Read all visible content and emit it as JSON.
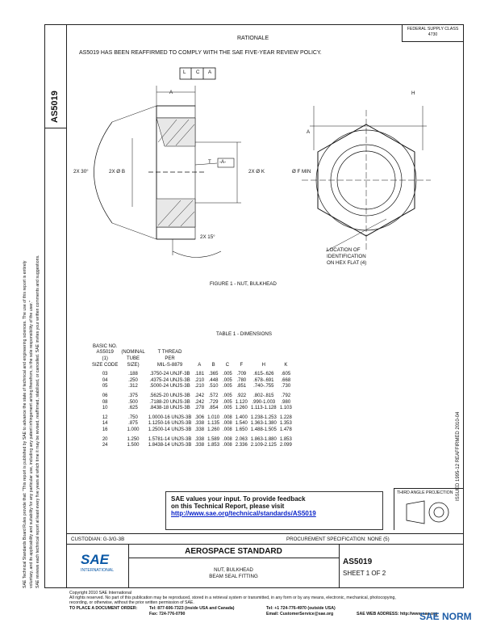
{
  "header": {
    "federal_class": "FEDERAL SUPPLY CLASS",
    "federal_code": "4730",
    "rationale_title": "RATIONALE",
    "rationale_text": "AS5019 HAS BEEN REAFFIRMED TO COMPLY WITH THE SAE FIVE-YEAR REVIEW POLICY."
  },
  "doc_number": "AS5019",
  "left_legal": {
    "line1": "SAE Technical Standards Board Rules provide that: \"This report is published by SAE to advance the state of technical and engineering sciences. The use of this report is entirely",
    "line2": "voluntary, and its applicability and suitability for any particular use, including any patent infringement arising therefrom, is the sole responsibility of the user.\"",
    "line3": "SAE reviews each technical report at least every five years at which time it may be revised, reaffirmed, stabilized, or cancelled. SAE invites your written comments and suggestions."
  },
  "right_margin": "ISSUED 1995-12  REAFFIRMED 2010-04",
  "figure": {
    "datum": [
      "L",
      "C",
      "A"
    ],
    "tag_T": "T",
    "tag_A": "-A-",
    "dim_left": "2X 30°",
    "dim_b": "2X Ø B",
    "dim_k": "2X Ø K",
    "dim_f": "Ø F MIN",
    "dim_15": "2X 15°",
    "dim_h": "H",
    "dim_a": "A",
    "dim_a2": "A",
    "loc1": "LOCATION OF",
    "loc2": "IDENTIFICATION",
    "loc3": "ON HEX FLAT (4)",
    "caption": "FIGURE 1 - NUT, BULKHEAD"
  },
  "table": {
    "title": "TABLE 1 - DIMENSIONS",
    "headers": {
      "c1": [
        "BASIC NO.",
        "AS5019",
        "(1)",
        "SIZE CODE"
      ],
      "c2": [
        "(NOMINAL",
        "TUBE",
        "SIZE)"
      ],
      "c3": [
        "T THREAD",
        "PER",
        "MIL-S-8879"
      ],
      "c4": "A",
      "c5": "B",
      "c6": "C",
      "c7": "F",
      "c8": "H",
      "c9": "K"
    },
    "groups": [
      [
        [
          "03",
          ".188",
          ".3750-24 UNJF-3B",
          ".181",
          ".365",
          ".005",
          ".709",
          ".615-.626",
          ".605"
        ],
        [
          "04",
          ".250",
          ".4375-24 UNJS-3B",
          ".210",
          ".448",
          ".005",
          ".780",
          ".678-.691",
          ".668"
        ],
        [
          "05",
          ".312",
          ".5000-24 UNJS-3B",
          ".210",
          ".510",
          ".005",
          ".851",
          ".740-.755",
          ".730"
        ]
      ],
      [
        [
          "06",
          ".375",
          ".5625-20 UNJS-3B",
          ".242",
          ".572",
          ".005",
          ".922",
          ".802-.815",
          ".792"
        ],
        [
          "08",
          ".500",
          ".7188-20 UNJS-3B",
          ".242",
          ".729",
          ".005",
          "1.120",
          ".990-1.003",
          ".980"
        ],
        [
          "10",
          ".625",
          ".8438-18 UNJS-3B",
          ".278",
          ".854",
          ".005",
          "1.260",
          "1.113-1.128",
          "1.103"
        ]
      ],
      [
        [
          "12",
          ".750",
          "1.0000-16 UNJS-3B",
          ".306",
          "1.010",
          ".008",
          "1.400",
          "1.238-1.253",
          "1.228"
        ],
        [
          "14",
          ".875",
          "1.1250-16 UNJS-3B",
          ".338",
          "1.135",
          ".008",
          "1.540",
          "1.363-1.380",
          "1.353"
        ],
        [
          "16",
          "1.000",
          "1.2500-14 UNJS-3B",
          ".338",
          "1.260",
          ".008",
          "1.650",
          "1.488-1.505",
          "1.478"
        ]
      ],
      [
        [
          "20",
          "1.250",
          "1.5781-14 UNJS-3B",
          ".338",
          "1.589",
          ".008",
          "2.063",
          "1.863-1.880",
          "1.853"
        ],
        [
          "24",
          "1.500",
          "1.8438-14 UNJS-3B",
          ".338",
          "1.853",
          ".008",
          "2.336",
          "2.109-2.125",
          "2.099"
        ]
      ]
    ]
  },
  "feedback": {
    "line1": "SAE values your input. To provide feedback",
    "line2": "on this Technical Report, please visit",
    "url": "http://www.sae.org/technical/standards/AS5019"
  },
  "third_angle": "THIRD ANGLE PROJECTION",
  "custodian": "CUSTODIAN:  G-3/G-3B",
  "procurement": "PROCUREMENT SPECIFICATION:  NONE (5)",
  "title_block": {
    "logo": "SAE",
    "logo_sub": "INTERNATIONAL",
    "standard": "AEROSPACE STANDARD",
    "name1": "NUT, BULKHEAD",
    "name2": "BEAM SEAL FITTING",
    "number": "AS5019",
    "sheet": "SHEET 1 OF 2"
  },
  "footer": {
    "copyright": "Copyright 2010 SAE International",
    "rights1": "All rights reserved. No part of this publication may be reproduced, stored in a retrieval system or transmitted, in any form or by any means, electronic, mechanical, photocopying,",
    "rights2": "recording, or otherwise, without the prior written permission of SAE.",
    "order_label": "TO PLACE A DOCUMENT ORDER:",
    "tel1": "Tel: 877-606-7323 (inside USA and Canada)",
    "tel2": "Tel: +1 724-776-4970 (outside USA)",
    "fax": "Fax: 724-776-0790",
    "email": "Email: CustomerService@sae.org",
    "web": "SAE WEB ADDRESS: http://www.sae.org"
  },
  "watermark": "SAE NORM"
}
